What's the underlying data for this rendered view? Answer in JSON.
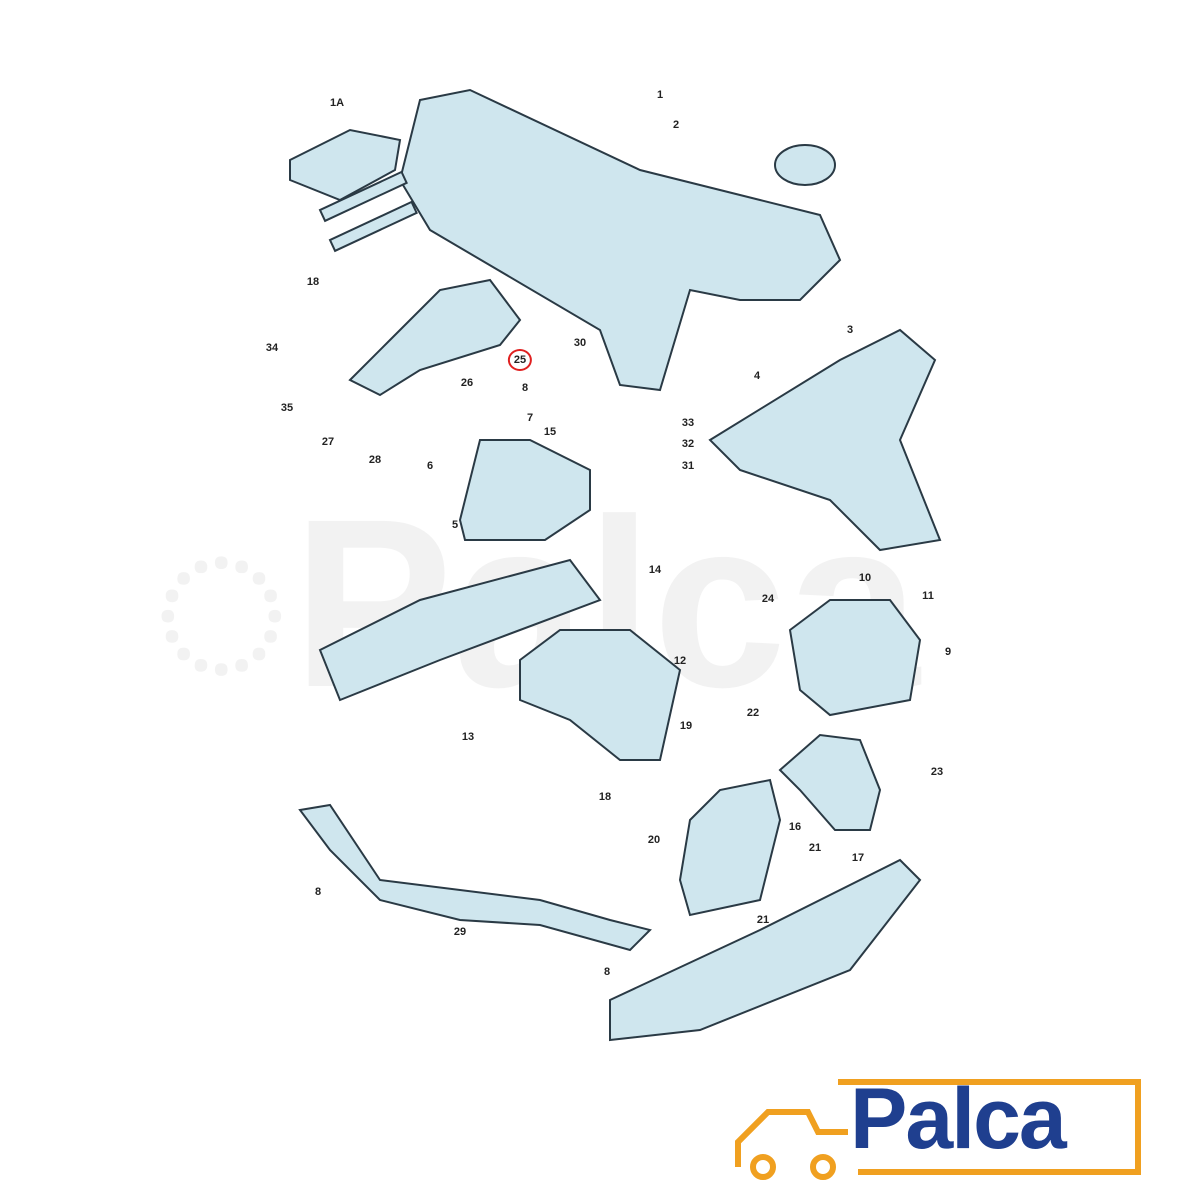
{
  "diagram": {
    "title": "Subframe and engine/transmission mount exploded view",
    "highlight_color": "#e02020",
    "part_color": "#cfe6ee",
    "labels": {
      "p1A": "1A",
      "p1": "1",
      "p2": "2",
      "p18a": "18",
      "p34": "34",
      "p35": "35",
      "p27": "27",
      "p28": "28",
      "p26": "26",
      "p25": "25",
      "p8a": "8",
      "p7": "7",
      "p15": "15",
      "p30": "30",
      "p3": "3",
      "p4": "4",
      "p33": "33",
      "p32": "32",
      "p31": "31",
      "p6": "6",
      "p5": "5",
      "p14": "14",
      "p12": "12",
      "p13": "13",
      "p10": "10",
      "p11": "11",
      "p24": "24",
      "p9": "9",
      "p22": "22",
      "p23": "23",
      "p19": "19",
      "p18b": "18",
      "p20": "20",
      "p16": "16",
      "p17": "17",
      "p21a": "21",
      "p21b": "21",
      "p8b": "8",
      "p29": "29",
      "p8c": "8"
    }
  },
  "logo": {
    "text": "Palca",
    "text_color": "#1f3f8f",
    "accent_color": "#f0a020"
  }
}
